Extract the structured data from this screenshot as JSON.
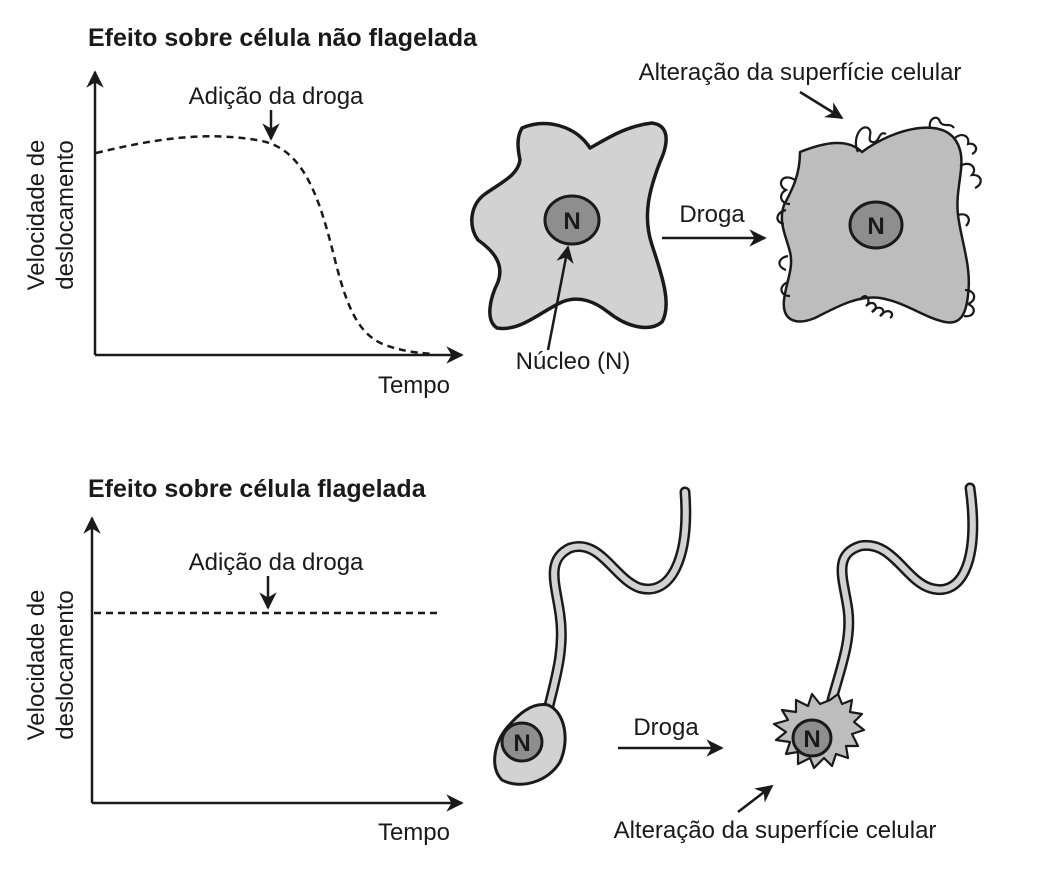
{
  "top_panel": {
    "title": "Efeito sobre célula não flagelada",
    "y_axis_line1": "Velocidade de",
    "y_axis_line2": "deslocamento",
    "x_axis": "Tempo",
    "drug_addition": "Adição da droga",
    "surface_change": "Alteração da superfície celular",
    "drug_arrow": "Droga",
    "nucleus_label": "Núcleo (N)",
    "nucleus_letter_before": "N",
    "nucleus_letter_after": "N"
  },
  "bottom_panel": {
    "title": "Efeito sobre célula flagelada",
    "y_axis_line1": "Velocidade de",
    "y_axis_line2": "deslocamento",
    "x_axis": "Tempo",
    "drug_addition": "Adição da droga",
    "surface_change": "Alteração da superfície celular",
    "drug_arrow": "Droga",
    "nucleus_letter_before": "N",
    "nucleus_letter_after": "N"
  },
  "colors": {
    "cell_fill": "#d2d2d2",
    "cell_fill_altered": "#bdbdbd",
    "nucleus_fill": "#8e8e8e",
    "ink": "#1a1a1a"
  }
}
